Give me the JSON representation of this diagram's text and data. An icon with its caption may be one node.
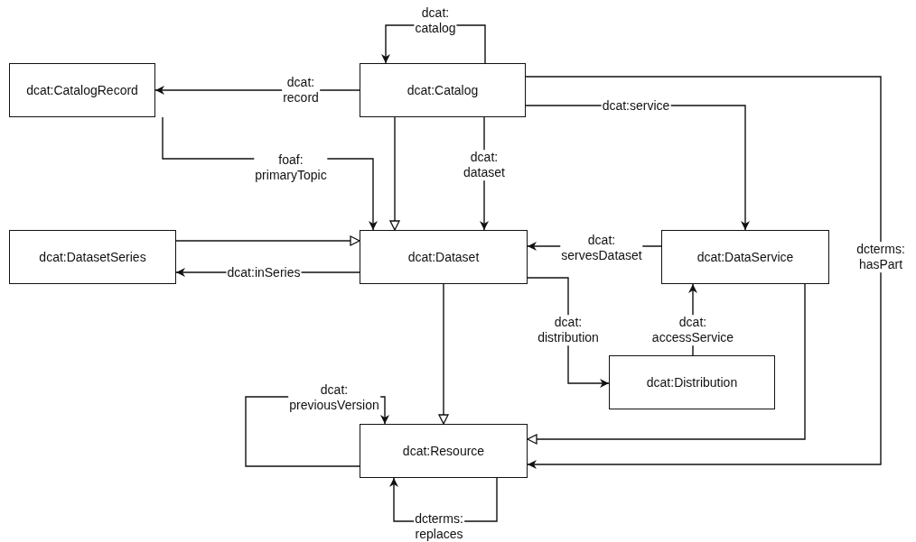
{
  "diagram": {
    "nodes": [
      {
        "text": [
          "dcat:Catalog"
        ]
      },
      {
        "text": [
          "dcat:CatalogRecord"
        ]
      },
      {
        "text": [
          "dcat:DatasetSeries"
        ]
      },
      {
        "text": [
          "dcat:Dataset"
        ]
      },
      {
        "text": [
          "dcat:DataService"
        ]
      },
      {
        "text": [
          "dcat:Distribution"
        ]
      },
      {
        "text": [
          "dcat:Resource"
        ]
      }
    ],
    "edges": [
      {
        "from": 0,
        "to": 0,
        "arrow": "to",
        "label": "dcat: catalog"
      },
      {
        "from": 0,
        "to": 1,
        "arrow": "to",
        "label": "dcat: record"
      },
      {
        "from": 1,
        "to": 3,
        "arrow": "to",
        "label": "foaf: primaryTopic"
      },
      {
        "from": 0,
        "to": 3,
        "arrow": "to"
      },
      {
        "from": 0,
        "to": 3,
        "arrow": "to",
        "label": "dcat: dataset"
      },
      {
        "from": 0,
        "to": 4,
        "arrow": "to",
        "label": "dcat:service"
      },
      {
        "from": 0,
        "to": 6,
        "arrow": "to",
        "label": "dcterms: hasPart"
      },
      {
        "from": 2,
        "to": 3,
        "arrow": "to"
      },
      {
        "from": 3,
        "to": 2,
        "arrow": "to",
        "label": "dcat:inSeries"
      },
      {
        "from": 4,
        "to": 3,
        "arrow": "to",
        "label": "dcat: servesDataset"
      },
      {
        "from": 3,
        "to": 5,
        "arrow": "to",
        "label": "dcat: distribution"
      },
      {
        "from": 5,
        "to": 4,
        "arrow": "to",
        "label": "dcat: accessService"
      },
      {
        "from": 3,
        "to": 6,
        "arrow": "to"
      },
      {
        "from": 4,
        "to": 6,
        "arrow": "to"
      },
      {
        "from": 6,
        "to": 6,
        "arrow": "to",
        "label": "dcat: previousVersion"
      },
      {
        "from": 6,
        "to": 6,
        "arrow": "to",
        "label": "dcterms: replaces"
      }
    ]
  }
}
